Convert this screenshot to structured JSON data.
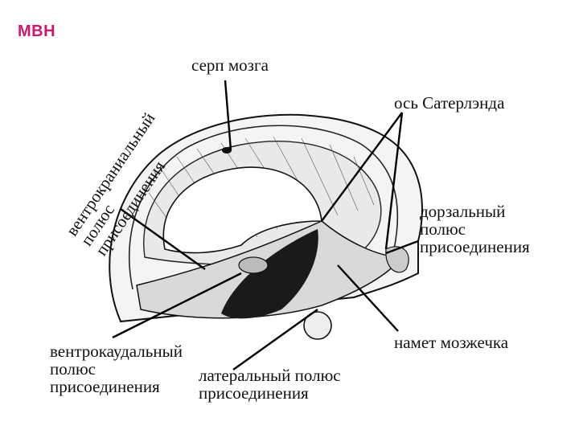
{
  "slide": {
    "title": "МВН",
    "title_color": "#d2166e"
  },
  "labels": {
    "falx": "серп мозга",
    "sutherland_axis": "ось Сатерлэнда",
    "dorsal": [
      "дорзальный",
      "полюс",
      "присоединения"
    ],
    "tentorium": "намет мозжечка",
    "ventrocranial": [
      "вентрокраниальный",
      "полюс",
      "присоединения"
    ],
    "ventrocaudal": [
      "вентрокаудальный",
      "полюс",
      "присоединения"
    ],
    "lateral": [
      "латеральный полюс",
      "присоединения"
    ]
  }
}
